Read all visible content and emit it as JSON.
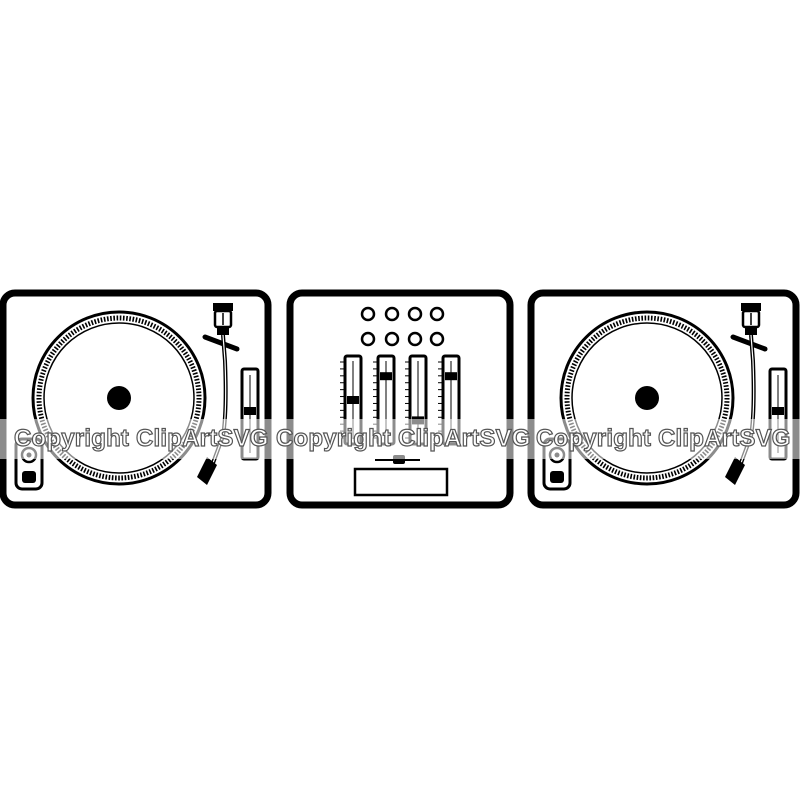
{
  "artwork": {
    "description_name": "dj-turntables-and-mixer-line-art",
    "stroke_color": "#000000",
    "background_color": "#ffffff",
    "units": [
      {
        "type": "turntable",
        "icon": "turntable-icon"
      },
      {
        "type": "mixer",
        "icon": "mixer-icon",
        "knob_rows": 2,
        "knobs_per_row": 4,
        "channel_faders": 4,
        "fader_levels": [
          0.5,
          0.15,
          0.8,
          0.15
        ]
      },
      {
        "type": "turntable",
        "icon": "turntable-icon"
      }
    ]
  },
  "watermark": {
    "text": "Copyright ClipArtSVG",
    "color": "#555555"
  }
}
